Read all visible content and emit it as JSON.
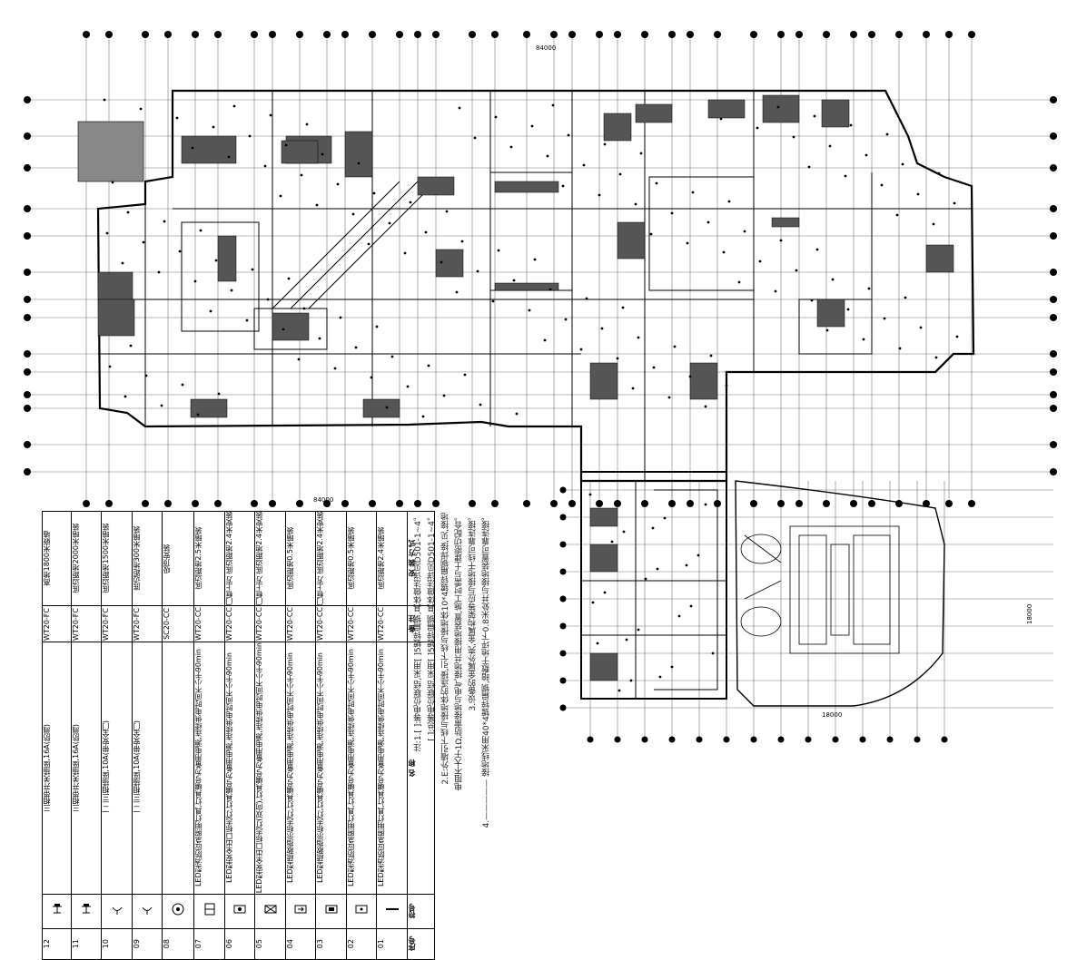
{
  "legend": {
    "header": {
      "no": "序号",
      "symbol": "符号",
      "name": "名 称",
      "model": "备 注",
      "remark": "安 装 方 式"
    },
    "rows": [
      {
        "no": "12",
        "name": "三相带开关插座,16A(防溅)",
        "model": "WT20-FC",
        "remark": "高地1800米嵌墙",
        "sym": "socket3"
      },
      {
        "no": "11",
        "name": "三相带开关插座,16A(防溅)",
        "model": "WT20-FC",
        "remark": "底边距地2000米暗装",
        "sym": "socket3"
      },
      {
        "no": "10",
        "name": "一二三相插座,10A(带安全门)",
        "model": "WT20-FC",
        "remark": "底边距地1500米暗装",
        "sym": "socket"
      },
      {
        "no": "09",
        "name": "一二三相插座,10A(带安全门)",
        "model": "WT20-FC",
        "remark": "底边距地300米暗装",
        "sym": "socket"
      },
      {
        "no": "08",
        "name": "",
        "model": "SC20-CC",
        "remark": "吸顶安装",
        "sym": "circle"
      },
      {
        "no": "07",
        "name": "LED型消防应急照明灯具,灯具编号为备用电源,连续供电时间不小于90min",
        "model": "WT20-CC",
        "remark": "底边距地2.5米暗装",
        "sym": "box"
      },
      {
        "no": "06",
        "name": "LED型安全出口标志灯,灯具编号为备用电源,连续供电时间不小于90min",
        "model": "WT20-CC",
        "remark": "门框上方 底边距地2.4米安装",
        "sym": "boxdot"
      },
      {
        "no": "05",
        "name": "LED型安全出口标志灯(双向),灯具编号为备用电源,连续供电时间不小于90min",
        "model": "WT20-CC",
        "remark": "门框上方 底边距地2.4米安装",
        "sym": "boxx"
      },
      {
        "no": "04",
        "name": "LED型疏散指示标志灯,灯具编号为备用电源,连续供电时间不小于90min",
        "model": "WT20-CC",
        "remark": "底边距地0.5米暗装",
        "sym": "arrow"
      },
      {
        "no": "03",
        "name": "LED型疏散指示标志灯,灯具编号为备用电源,连续供电时间不小于90min",
        "model": "WT20-CC",
        "remark": "门框上方 底边距地2.4米安装",
        "sym": "arrow2"
      },
      {
        "no": "02",
        "name": "LED型消防应急照明灯具,灯具编号为备用电源,连续供电时间不小于90min",
        "model": "WT20-CC",
        "remark": "底边距地0.5米暗装",
        "sym": "dot"
      },
      {
        "no": "01",
        "name": "LED型消防应急照明灯具,灯具编号为备用电源,连续供电时间不小于90min",
        "model": "WT20-CC",
        "remark": "底边距地2.4米暗装",
        "sym": "line"
      }
    ]
  },
  "notes": [
    "注:1.[ ]:等电位联结,采用[ ]5镀锌扁钢,具体做法详见D501-1~4。",
    "[ ]:总等电位联结,采用[ ]5镀锌扁钢,具体做法详见D501-1~4。",
    "2.E:外墙引下线与接地体的连接,引下线与接地体10*4镀锌扁钢焊接,见,接地",
    "电阻不大于1Ω,防雷接地与电气接地共用接地装置,施工时需与土建密切配合。",
    "3.设备的金属外壳,金属构架等应与接地干线可靠连接。",
    "4.————— 接地线采用40*4镀锌扁钢,暗敷于地坪下0.8米处并与接地装置可靠连接。"
  ],
  "colors": {
    "line": "#000000",
    "fill": "#555555",
    "grid": "#333333"
  }
}
